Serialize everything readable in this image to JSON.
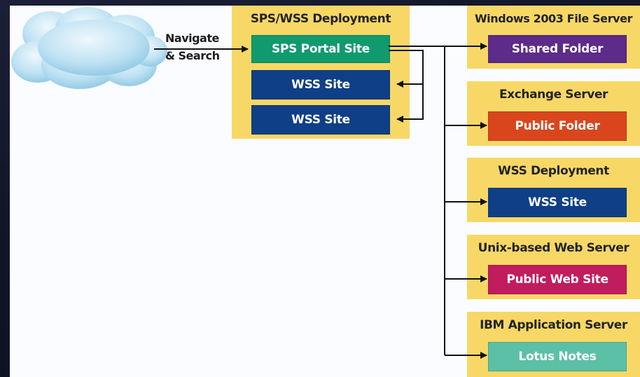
{
  "nav_label_line1": "Navigate",
  "nav_label_line2": "& Search",
  "colors": {
    "panel": "#f7d866",
    "portal_green": "#119a6e",
    "wss_blue": "#0f3f86",
    "shared_purple": "#5d2b89",
    "public_folder_orange": "#d9461e",
    "public_web_magenta": "#c11c5d",
    "lotus_teal": "#5cc0a6"
  },
  "deployment": {
    "title": "SPS/WSS Deployment",
    "portal": "SPS Portal Site",
    "site1": "WSS Site",
    "site2": "WSS Site"
  },
  "servers": [
    {
      "title": "Windows 2003 File Server",
      "item": "Shared Folder"
    },
    {
      "title": "Exchange Server",
      "item": "Public Folder"
    },
    {
      "title": "WSS Deployment",
      "item": "WSS Site"
    },
    {
      "title": "Unix-based Web Server",
      "item": "Public Web Site"
    },
    {
      "title": "IBM Application Server",
      "item": "Lotus Notes"
    }
  ]
}
